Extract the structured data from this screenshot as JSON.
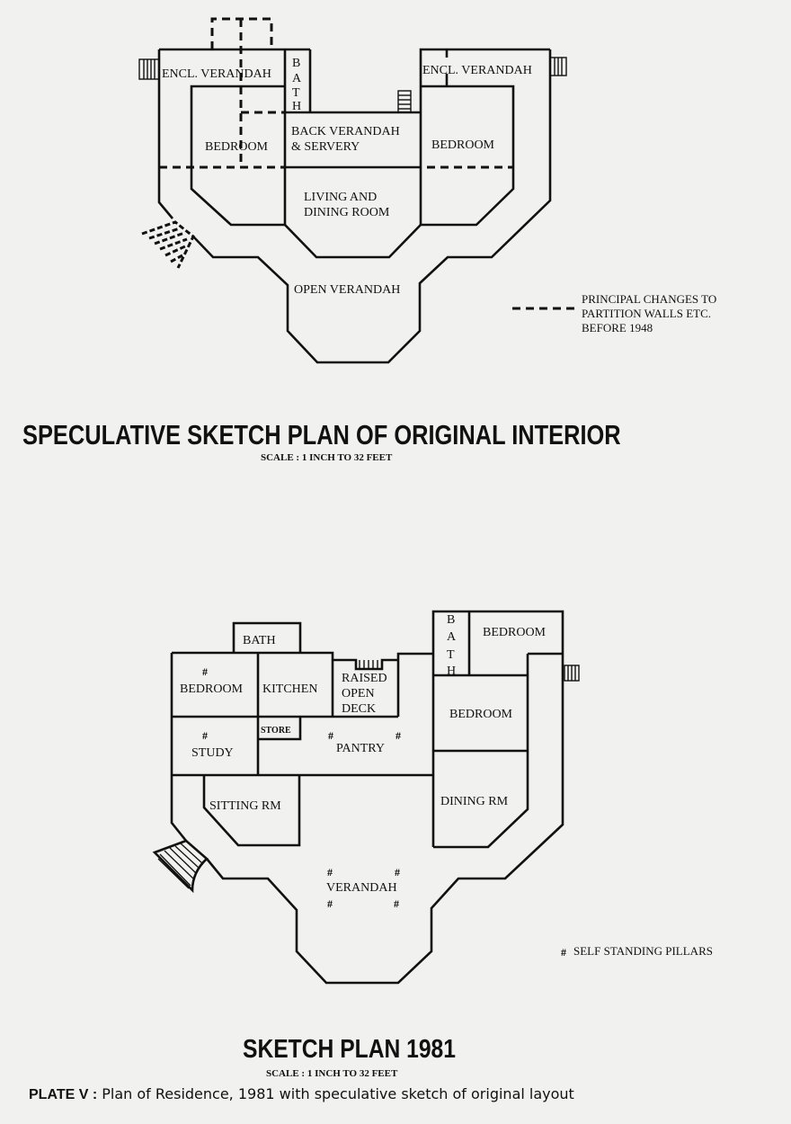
{
  "plan_original": {
    "title": "SPECULATIVE SKETCH PLAN OF ORIGINAL INTERIOR",
    "scale": "SCALE : 1 INCH TO 32 FEET",
    "rooms": {
      "encl_verandah_left": "ENCL. VERANDAH",
      "encl_verandah_right": "ENCL. VERANDAH",
      "bath": [
        "B",
        "A",
        "T",
        "H"
      ],
      "back_verandah_1": "BACK VERANDAH",
      "back_verandah_2": "& SERVERY",
      "bedroom_left": "BEDROOM",
      "bedroom_right": "BEDROOM",
      "living_1": "LIVING AND",
      "living_2": "DINING ROOM",
      "open_verandah": "OPEN VERANDAH"
    },
    "legend": [
      "PRINCIPAL CHANGES TO",
      "PARTITION WALLS ETC.",
      "BEFORE 1948"
    ]
  },
  "plan_1981": {
    "title": "SKETCH PLAN 1981",
    "scale": "SCALE : 1 INCH TO 32 FEET",
    "rooms": {
      "bath_left": "BATH",
      "bedroom_left": "BEDROOM",
      "kitchen": "KITCHEN",
      "deck_1": "RAISED",
      "deck_2": "OPEN",
      "deck_3": "DECK",
      "store": "STORE",
      "study": "STUDY",
      "pantry": "PANTRY",
      "sitting": "SITTING RM",
      "bath_right": [
        "B",
        "A",
        "T",
        "H"
      ],
      "bedroom_top_right": "BEDROOM",
      "bedroom_right": "BEDROOM",
      "dining": "DINING RM",
      "verandah": "VERANDAH"
    },
    "pillar_symbol": "#",
    "legend": "SELF STANDING PILLARS"
  },
  "caption": {
    "plate": "PLATE V :",
    "text": " Plan of Residence, 1981 with speculative sketch of original layout"
  }
}
